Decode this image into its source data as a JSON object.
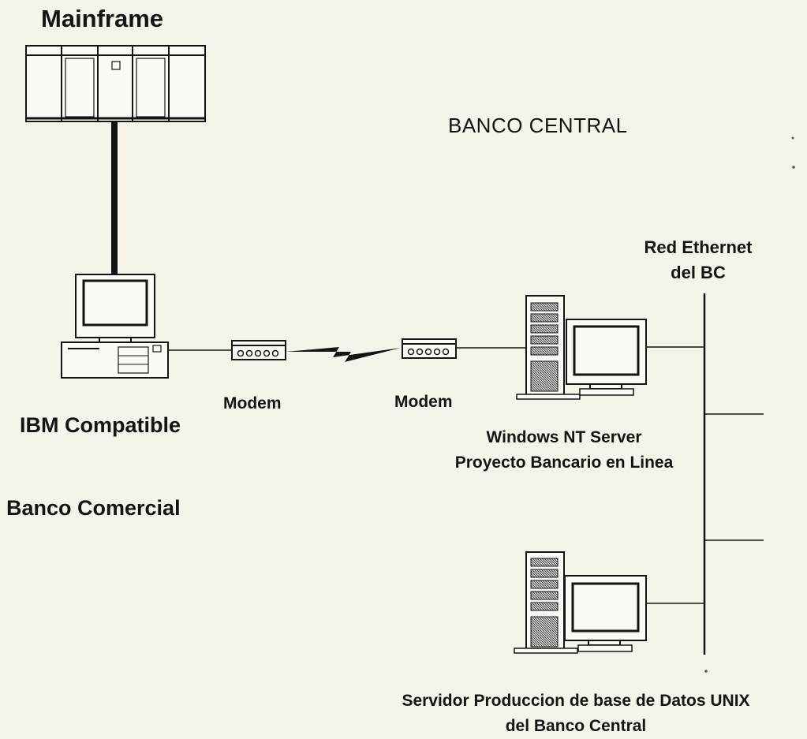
{
  "labels": {
    "mainframe": "Mainframe",
    "banco_central": "BANCO CENTRAL",
    "red_ethernet_line1": "Red Ethernet",
    "red_ethernet_line2": "del BC",
    "modem_left": "Modem",
    "modem_right": "Modem",
    "ibm_compatible": "IBM Compatible",
    "banco_comercial": "Banco Comercial",
    "nt_server_line1": "Windows NT Server",
    "nt_server_line2": "Proyecto Bancario en Linea",
    "unix_server_line1": "Servidor Produccion de base de Datos UNIX",
    "unix_server_line2": "del Banco Central"
  },
  "icons": {
    "mainframe": "mainframe-icon",
    "ibm_pc": "desktop-computer-icon",
    "modem": "modem-icon",
    "server": "tower-server-icon",
    "wan_link": "lightning-link-icon"
  },
  "colors": {
    "background": "#f6f3ea",
    "ink": "#141414",
    "device_fill": "#fbfaf5"
  }
}
